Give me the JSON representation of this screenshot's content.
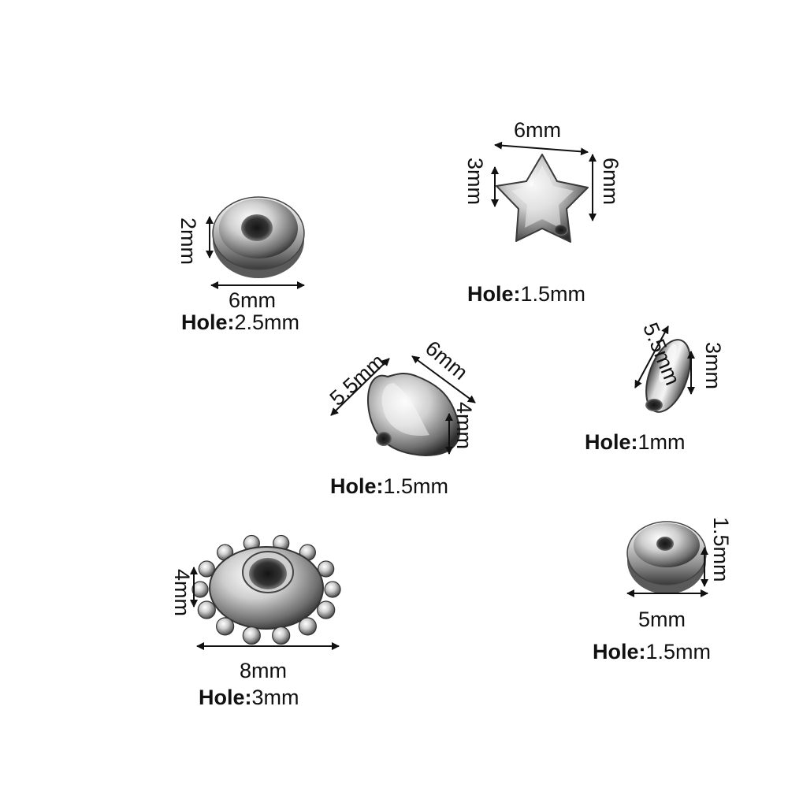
{
  "colors": {
    "background": "#ffffff",
    "metal_light": "#f4f4f4",
    "metal_mid": "#a9a9a9",
    "metal_dark": "#3a3a3a",
    "text": "#111111"
  },
  "beads": {
    "disc_spacer": {
      "height_label": "2mm",
      "width_label": "6mm",
      "hole_key": "Hole:",
      "hole_value": "2.5mm",
      "icon": "flat-disc-bead"
    },
    "star": {
      "width_label": "6mm",
      "height_left_label": "3mm",
      "height_right_label": "6mm",
      "hole_key": "Hole:",
      "hole_value": "1.5mm",
      "icon": "star-bead"
    },
    "heart": {
      "left_label": "5.5mm",
      "right_label": "6mm",
      "thickness_label": "4mm",
      "hole_key": "Hole:",
      "hole_value": "1.5mm",
      "icon": "heart-bead"
    },
    "rice": {
      "length_label": "5.5mm",
      "width_label": "3mm",
      "hole_key": "Hole:",
      "hole_value": "1mm",
      "icon": "rice-bead"
    },
    "small_disc": {
      "height_label": "1.5mm",
      "width_label": "5mm",
      "hole_key": "Hole:",
      "hole_value": "1.5mm",
      "icon": "small-disc-bead"
    },
    "flower_spacer": {
      "height_label": "4mm",
      "width_label": "8mm",
      "hole_key": "Hole:",
      "hole_value": "3mm",
      "icon": "beaded-rondelle-bead"
    }
  }
}
